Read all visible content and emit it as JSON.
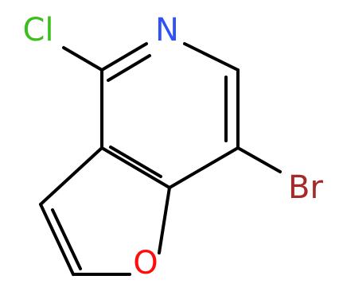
{
  "molecule": {
    "atoms": {
      "chlorine": {
        "symbol": "Cl",
        "color": "#3cbe1e"
      },
      "nitrogen": {
        "symbol": "N",
        "color": "#3050f8"
      },
      "oxygen": {
        "symbol": "O",
        "color": "#ff0d0d"
      },
      "bromine": {
        "symbol": "Br",
        "color": "#a62929"
      }
    },
    "bond_color": "#000000"
  }
}
